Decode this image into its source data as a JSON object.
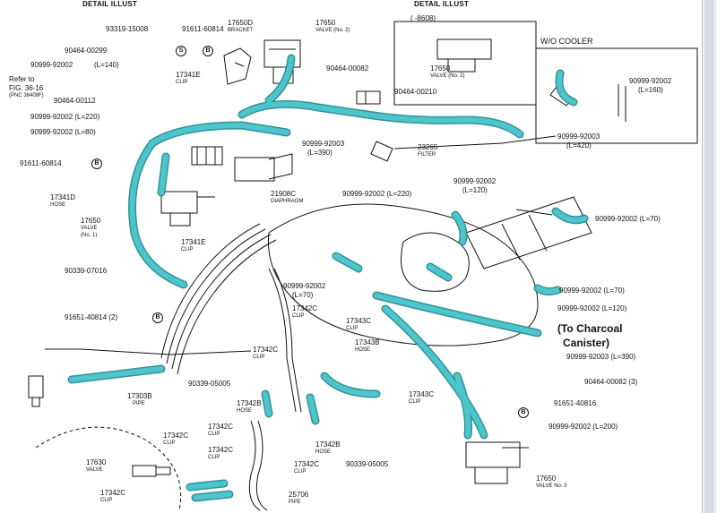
{
  "header": {
    "left": "DETAIL ILLUST",
    "right": "DETAIL ILLUST"
  },
  "inset": {
    "serial": "(      -8608)",
    "cooler_title": "W/O COOLER"
  },
  "labels": {
    "p93319": "93319-15008",
    "p91611a": "91611-60814",
    "p17650d": "17650D",
    "bracket": "BRACKET",
    "p17650v2": "17650",
    "valve2": "VALVE (No. 2)",
    "p90464_299": "90464-00299",
    "p90999_140a": "90999-92002",
    "l140": "(L=140)",
    "refer1": "Refer to",
    "refer2": "FIG. 36-16",
    "refer3": "(PNC 36409F)",
    "p17341e": "17341E",
    "clip1": "CLIP",
    "p90464_112": "90464-00112",
    "p90464_82": "90464-00082",
    "p90464_210": "90464-00210",
    "p90999_220a": "90999-92002 (L=220)",
    "p90999_80": "90999-92002 (L=80)",
    "p91611b": "91611-60814",
    "p17341d": "17341D",
    "hose1": "HOSE",
    "p17650v1": "17650",
    "valve1": "VALVE",
    "no1": "(No. 1)",
    "p17341e2": "17341E",
    "clip2": "CLIP",
    "p90339_16": "90339-07016",
    "p21908c": "21908C",
    "diaphragm": "DIAPHRAGM",
    "p90999_390a": "90999-92003",
    "l390a": "(L=390)",
    "p23265": "23265",
    "filter": "FILTER",
    "p17650v2b": "17650",
    "valve2b": "VALVE (No. 2)",
    "p90999_160": "90999-92002",
    "l160": "(L=160)",
    "p90999_420": "90999-92003",
    "l420": "(L=420)",
    "p90999_220b": "90999-92002 (L=220)",
    "p90999_120a": "90999-92002",
    "l120a": "(L=120)",
    "p90999_70a": "90999-92002 (L=70)",
    "p90999_70b": "90999-92002",
    "l70b": "(L=70)",
    "p90999_70c": "90999-92002 (L=70)",
    "p90999_120b": "90999-92002 (L=120)",
    "p91651a": "91651-40814 (2)",
    "p17342c_a": "17342C",
    "clip3": "CLIP",
    "p17343c_a": "17343C",
    "clip4": "CLIP",
    "charcoal1": "(To Charcoal",
    "charcoal2": "Canister)",
    "p17343b": "17343B",
    "hose2": "HOSE",
    "p90999_390b": "90999-92003 (L=390)",
    "p17342c_b": "17342C",
    "clip5": "CLIP",
    "p90339_05a": "90339-05005",
    "p90464_82_3": "90464-00082 (3)",
    "p17303b": "17303B",
    "pipe1": "PIPE",
    "p17342b_a": "17342B",
    "hose3": "HOSE",
    "p17343c_b": "17343C",
    "clip6": "CLIP",
    "p91651b": "91651-40816",
    "p17342c_c": "17342C",
    "clip7": "CLIP",
    "p90999_200": "90999-92002 (L=200)",
    "p17342c_d": "17342C",
    "clip8": "CLIP",
    "p17342b_b": "17342B",
    "hose4": "HOSE",
    "p17630": "17630",
    "valve3": "VALVE",
    "p17342c_e": "17342C",
    "clip9": "CLIP",
    "p17342c_f": "17342C",
    "clip10": "CLIP",
    "p90339_05b": "90339-05005",
    "p17342c_g": "17342C",
    "clip11": "CLIP",
    "p25706": "25706",
    "pipe2": "PIPE",
    "p17650v3": "17650",
    "valve3b": "VALVE No. 3"
  },
  "markers": {
    "s": "S",
    "b": "B"
  },
  "colors": {
    "hose": "#4cc6cc",
    "hose_edge": "#2b8d93",
    "line": "#111111"
  }
}
